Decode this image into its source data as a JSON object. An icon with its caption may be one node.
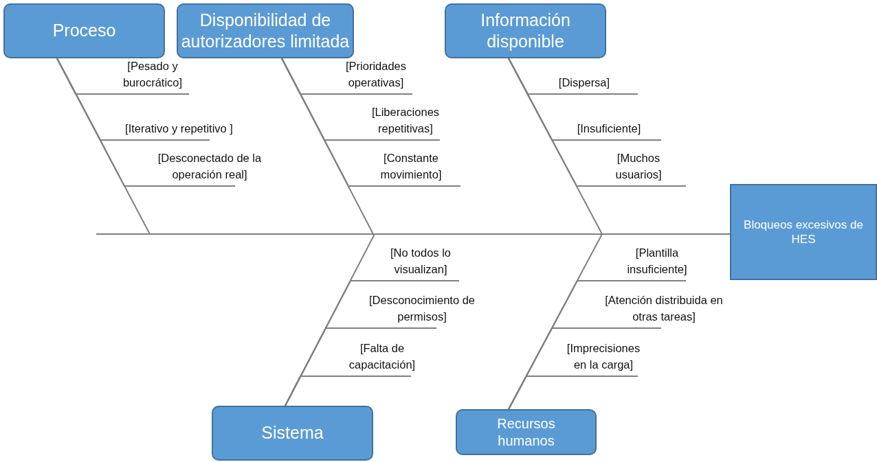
{
  "diagram": {
    "nodes": [
      {
        "text": [
          "Proceso"
        ]
      },
      {
        "text": [
          "Disponibilidad de autorizadores limitada"
        ]
      },
      {
        "text": [
          "Información disponible"
        ]
      },
      {
        "text": [
          "[Pesado y burocrático]"
        ]
      },
      {
        "text": [
          "[Iterativo y repetitivo ]"
        ]
      },
      {
        "text": [
          "[Desconectado de la operación real]"
        ]
      },
      {
        "text": [
          "[Prioridades operativas]"
        ]
      },
      {
        "text": [
          "[Liberaciones repetitivas]"
        ]
      },
      {
        "text": [
          "[Constante movimiento]"
        ]
      },
      {
        "text": [
          "[Dispersa]"
        ]
      },
      {
        "text": [
          "[Insuficiente]"
        ]
      },
      {
        "text": [
          "[Muchos usuarios]"
        ]
      },
      {
        "text": [
          "Bloqueos excesivos de HES"
        ]
      },
      {
        "text": [
          "[No todos lo visualizan]"
        ]
      },
      {
        "text": [
          "[Desconocimiento de permisos]"
        ]
      },
      {
        "text": [
          "[Falta de capacitación]"
        ]
      },
      {
        "text": [
          "[Plantilla insuficiente]"
        ]
      },
      {
        "text": [
          "[Atención distribuida en otras tareas]"
        ]
      },
      {
        "text": [
          "[Imprecisiones en la carga]"
        ]
      },
      {
        "text": [
          "Sistema"
        ]
      },
      {
        "text": [
          "Recursos humanos"
        ]
      }
    ],
    "edges": [
      {
        "from": 0,
        "to": 12,
        "arrow": "none"
      },
      {
        "from": 1,
        "to": 12,
        "arrow": "none"
      },
      {
        "from": 2,
        "to": 12,
        "arrow": "none"
      },
      {
        "from": 19,
        "to": 12,
        "arrow": "none"
      },
      {
        "from": 20,
        "to": 12,
        "arrow": "none"
      },
      {
        "from": 3,
        "to": 0,
        "arrow": "none"
      },
      {
        "from": 4,
        "to": 0,
        "arrow": "none"
      },
      {
        "from": 5,
        "to": 0,
        "arrow": "none"
      },
      {
        "from": 6,
        "to": 1,
        "arrow": "none"
      },
      {
        "from": 7,
        "to": 1,
        "arrow": "none"
      },
      {
        "from": 8,
        "to": 1,
        "arrow": "none"
      },
      {
        "from": 9,
        "to": 2,
        "arrow": "none"
      },
      {
        "from": 10,
        "to": 2,
        "arrow": "none"
      },
      {
        "from": 11,
        "to": 2,
        "arrow": "none"
      },
      {
        "from": 13,
        "to": 19,
        "arrow": "none"
      },
      {
        "from": 14,
        "to": 19,
        "arrow": "none"
      },
      {
        "from": 15,
        "to": 19,
        "arrow": "none"
      },
      {
        "from": 16,
        "to": 20,
        "arrow": "none"
      },
      {
        "from": 17,
        "to": 20,
        "arrow": "none"
      },
      {
        "from": 18,
        "to": 20,
        "arrow": "none"
      }
    ]
  }
}
